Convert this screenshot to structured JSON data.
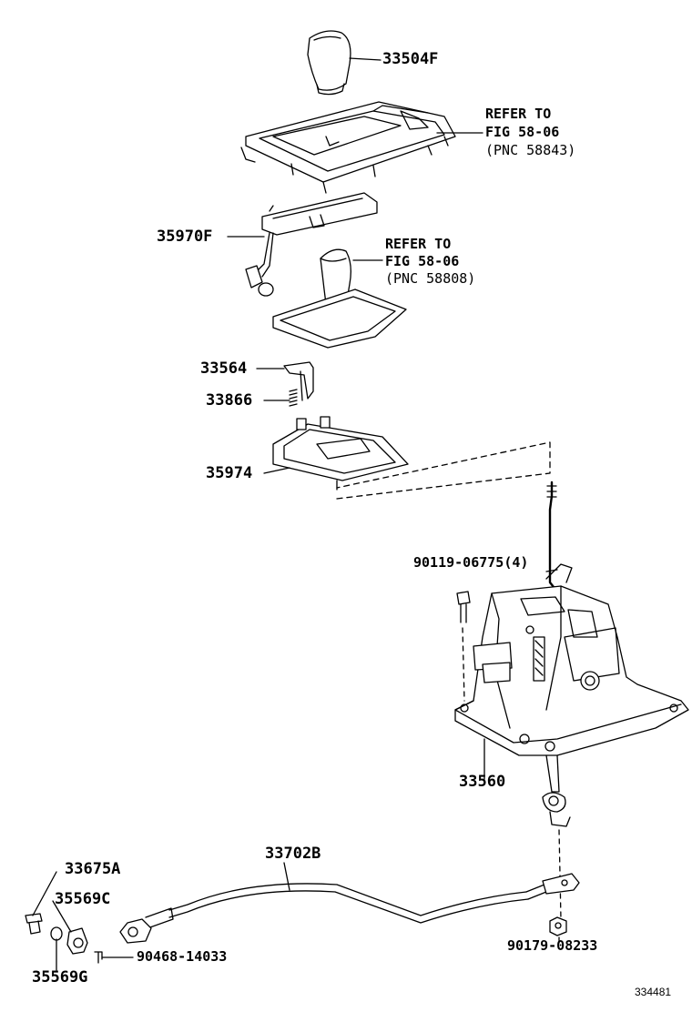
{
  "parts": {
    "knob": "33504F",
    "bezel_note": [
      "REFER TO",
      "FIG 58-06",
      "(PNC 58843)"
    ],
    "wire_harness": "35970F",
    "boot_note": [
      "REFER TO",
      "FIG 58-06",
      "(PNC 58808)"
    ],
    "stopper": "33564",
    "spring": "33866",
    "housing_plate": "35974",
    "bolt": "90119-06775(4)",
    "shift_lever_assy": "33560",
    "cable": "33702B",
    "pin": "33675A",
    "bushing_c": "35569C",
    "bushing_g": "35569G",
    "clip": "90468-14033",
    "nut": "90179-08233"
  },
  "figure_number": "334481"
}
